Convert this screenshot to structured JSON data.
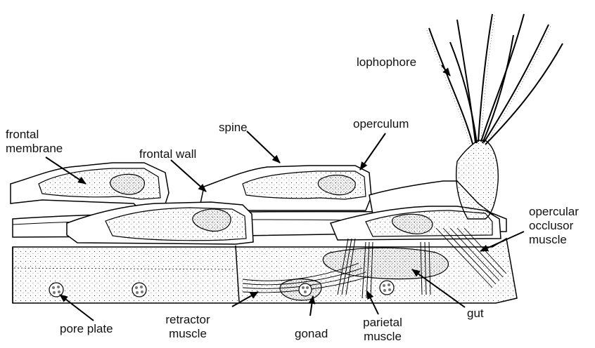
{
  "labels": {
    "lophophore": "lophophore",
    "frontal_membrane": [
      "frontal",
      "membrane"
    ],
    "frontal_wall": "frontal wall",
    "spine": "spine",
    "operculum": "operculum",
    "opercular_occlusor_muscle": [
      "opercular",
      "occlusor",
      "muscle"
    ],
    "gut": "gut",
    "parietal_muscle": [
      "parietal",
      "muscle"
    ],
    "gonad": "gonad",
    "retractor_muscle": [
      "retractor",
      "muscle"
    ],
    "pore_plate": "pore plate"
  },
  "colors": {
    "ink": "#111111",
    "paper": "#ffffff",
    "stipple": "#555555",
    "dark_fill": "#8a8a8a"
  }
}
